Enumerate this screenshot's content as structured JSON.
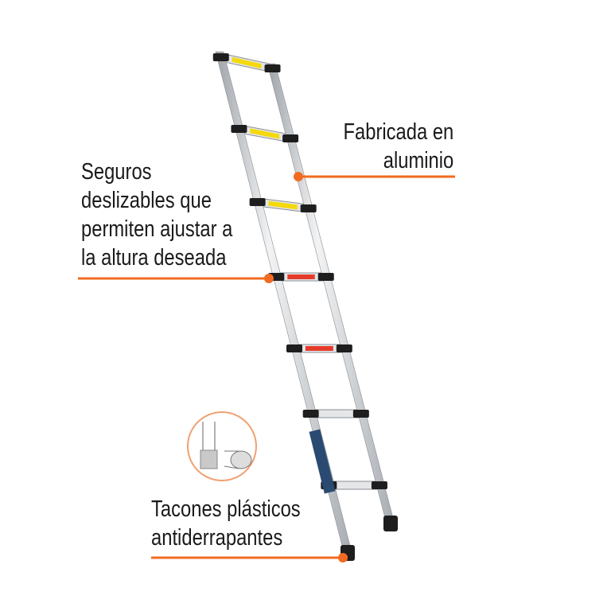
{
  "callouts": {
    "material": {
      "line1": "Fabricada en",
      "line2": "aluminio"
    },
    "locks": {
      "line1": "Seguros",
      "line2": "deslizables que",
      "line3": "permiten ajustar a",
      "line4": "la altura deseada"
    },
    "feet": {
      "line1": "Tacones plásticos",
      "line2": "antiderrapantes"
    }
  },
  "colors": {
    "accent": "#f26b21",
    "rail": "#d9dcdf",
    "cap": "#1e1e1e",
    "label_yellow": "#f5d90a",
    "label_red": "#e63b2a"
  },
  "icons": [
    "ladder-foot-icon"
  ]
}
